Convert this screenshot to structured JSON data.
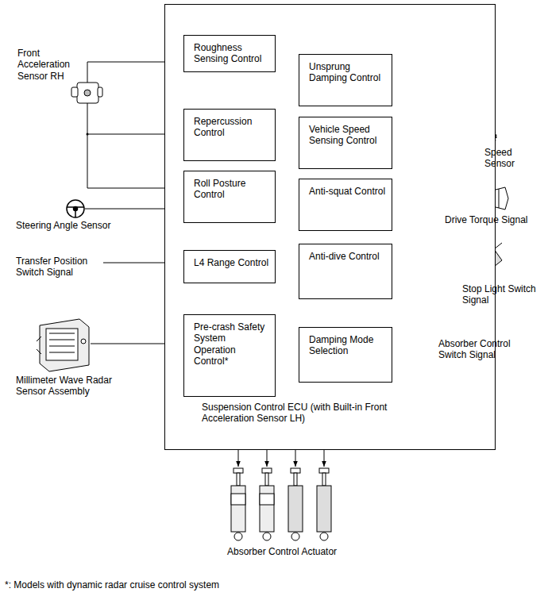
{
  "diagram": {
    "nodes": [
      {
        "text": [
          "Suspension Control ECU (with Built-in Front Acceleration Sensor LH)"
        ]
      },
      {
        "text": [
          "Roughness Sensing Control"
        ],
        "in": 0
      },
      {
        "text": [
          "Unsprung Damping Control"
        ],
        "in": 0
      },
      {
        "text": [
          "Repercussion Control"
        ],
        "in": 0
      },
      {
        "text": [
          "Vehicle Speed Sensing Control"
        ],
        "in": 0
      },
      {
        "text": [
          "Roll Posture Control"
        ],
        "in": 0
      },
      {
        "text": [
          "Anti-squat Control"
        ],
        "in": 0
      },
      {
        "text": [
          "L4 Range Control"
        ],
        "in": 0
      },
      {
        "text": [
          "Anti-dive Control"
        ],
        "in": 0
      },
      {
        "text": [
          "Pre-crash Safety System Operation Control*"
        ],
        "in": 0
      },
      {
        "text": [
          "Damping Mode Selection"
        ],
        "in": 0
      }
    ],
    "labels": [
      "Front Acceleration Sensor RH",
      "Steering Angle Sensor",
      "Transfer Position Switch Signal",
      "Millimeter Wave Radar Sensor Assembly",
      "Speed Sensor",
      "Drive Torque Signal",
      "Stop Light Switch Signal",
      "Absorber Control Switch Signal",
      "Absorber Control Actuator",
      "*: Models with dynamic radar cruise control system"
    ]
  }
}
